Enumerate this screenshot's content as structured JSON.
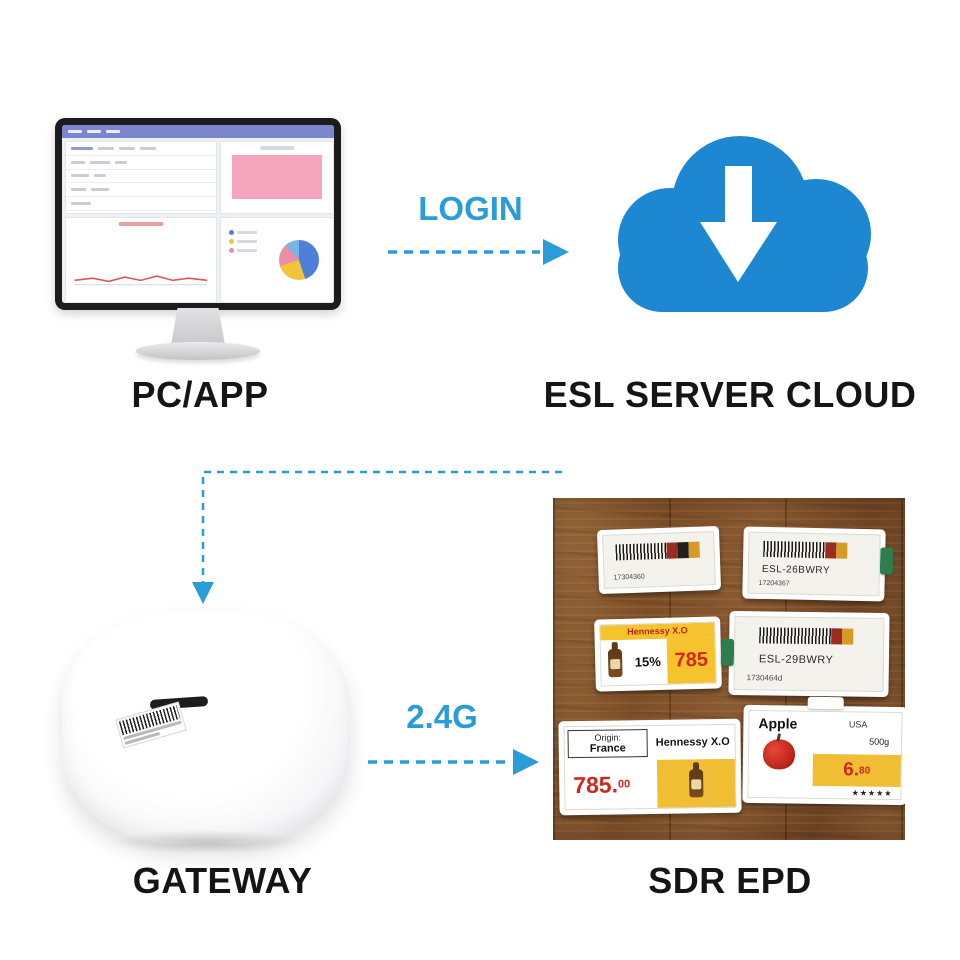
{
  "labels": {
    "pc": "PC/APP",
    "cloud": "ESL SERVER CLOUD",
    "gateway": "GATEWAY",
    "epd": "SDR EPD"
  },
  "connections": {
    "login": "LOGIN",
    "wireless": "2.4G"
  },
  "colors": {
    "accent_blue": "#2a9cd8",
    "cloud_blue": "#1d87d2",
    "wood_brown": "#82542e",
    "tag_yellow": "#efbe33",
    "price_red": "#d0281e",
    "clip_green": "#2f7d4f"
  },
  "icons": {
    "download": "↓",
    "stars": "★★★★★"
  },
  "esl": {
    "tag1": {
      "serial": "17304360"
    },
    "tag2": {
      "model": "ESL-26BWRY",
      "serial": "17204367"
    },
    "tag3": {
      "title": "Hennessy X.O",
      "discount": "15%",
      "price": "785"
    },
    "tag4": {
      "model": "ESL-29BWRY",
      "serial": "1730464d"
    },
    "tag5": {
      "origin_label": "Origin:",
      "origin": "France",
      "title": "Hennessy X.O",
      "price": "785.",
      "cents": "00"
    },
    "tag6": {
      "title": "Apple",
      "origin": "USA",
      "weight": "500g",
      "price": "6.",
      "cents": "80",
      "stars": "★★★★★"
    }
  }
}
